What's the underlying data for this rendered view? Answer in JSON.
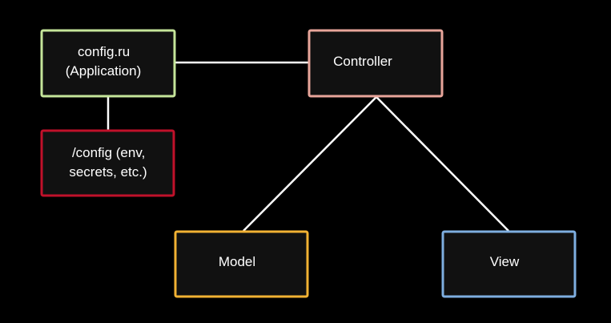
{
  "colors": {
    "background": "#000000",
    "connector": "#ffffff",
    "box_fill": "#111111",
    "text": "#ffffff"
  },
  "nodes": {
    "app": {
      "lines": [
        "config.ru",
        "(Application)"
      ],
      "border": "#c5e59a"
    },
    "config": {
      "lines": [
        "/config (env,",
        "secrets, etc.)"
      ],
      "border": "#c0112a"
    },
    "controller": {
      "lines": [
        "Controller"
      ],
      "border": "#e8a59a"
    },
    "model": {
      "lines": [
        "Model"
      ],
      "border": "#f2b233"
    },
    "view": {
      "lines": [
        "View"
      ],
      "border": "#7eaee0"
    }
  }
}
